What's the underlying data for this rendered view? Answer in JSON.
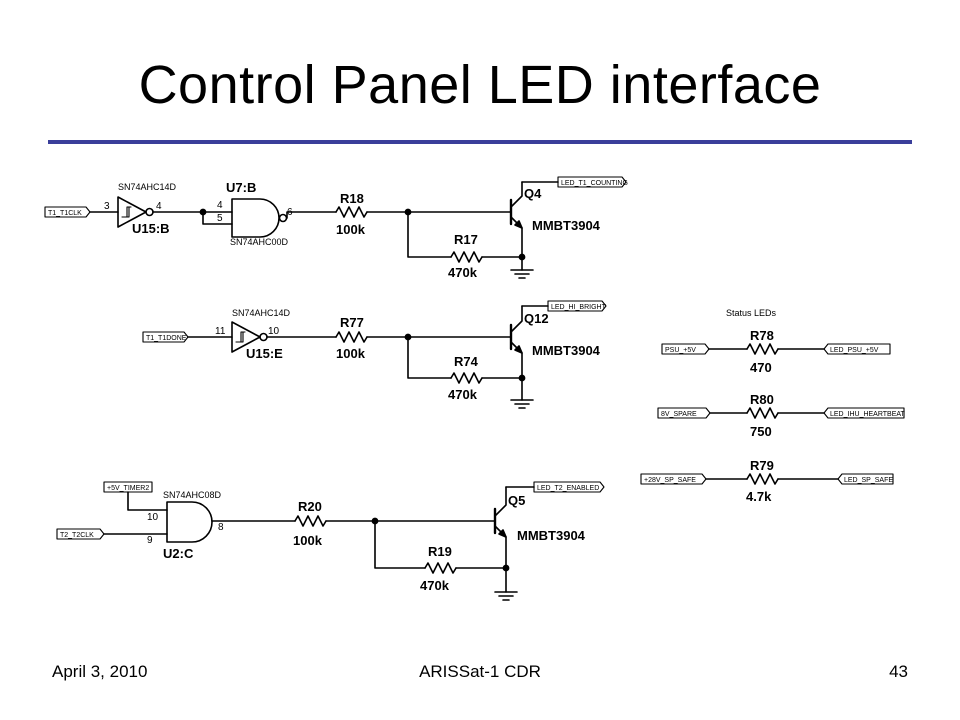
{
  "slide": {
    "title": "Control Panel LED interface",
    "footer_date": "April 3, 2010",
    "footer_center": "ARISSat-1 CDR",
    "footer_page": "43"
  },
  "colors": {
    "rule": "#3a3e9a",
    "wire": "#000000"
  },
  "circuit1": {
    "in_port": "T1_T1CLK",
    "inv_part": "SN74AHC14D",
    "inv_ref": "U15:B",
    "inv_pin_in": "3",
    "inv_pin_out": "4",
    "nand_ref": "U7:B",
    "nand_part": "SN74AHC00D",
    "nand_pin_a": "4",
    "nand_pin_b": "5",
    "nand_pin_out": "6",
    "r_base_ref": "R18",
    "r_base_val": "100k",
    "r_pull_ref": "R17",
    "r_pull_val": "470k",
    "q_ref": "Q4",
    "q_part": "MMBT3904",
    "out_port": "LED_T1_COUNTING"
  },
  "circuit2": {
    "in_port": "T1_T1DONE",
    "inv_part": "SN74AHC14D",
    "inv_ref": "U15:E",
    "inv_pin_in": "11",
    "inv_pin_out": "10",
    "r_base_ref": "R77",
    "r_base_val": "100k",
    "r_pull_ref": "R74",
    "r_pull_val": "470k",
    "q_ref": "Q12",
    "q_part": "MMBT3904",
    "out_port": "LED_HI_BRIGHT"
  },
  "circuit3": {
    "in_port_top": "+5V_TIMER2",
    "in_port": "T2_T2CLK",
    "and_part": "SN74AHC08D",
    "and_ref": "U2:C",
    "and_pin_a": "10",
    "and_pin_b": "9",
    "and_pin_out": "8",
    "r_base_ref": "R20",
    "r_base_val": "100k",
    "r_pull_ref": "R19",
    "r_pull_val": "470k",
    "q_ref": "Q5",
    "q_part": "MMBT3904",
    "out_port": "LED_T2_ENABLED"
  },
  "status_leds": {
    "heading": "Status LEDs",
    "rows": [
      {
        "in_port": "PSU_+5V",
        "ref": "R78",
        "val": "470",
        "out_port": "LED_PSU_+5V"
      },
      {
        "in_port": "8V_SPARE",
        "ref": "R80",
        "val": "750",
        "out_port": "LED_IHU_HEARTBEAT"
      },
      {
        "in_port": "+28V_SP_SAFE",
        "ref": "R79",
        "val": "4.7k",
        "out_port": "LED_SP_SAFE"
      }
    ]
  }
}
